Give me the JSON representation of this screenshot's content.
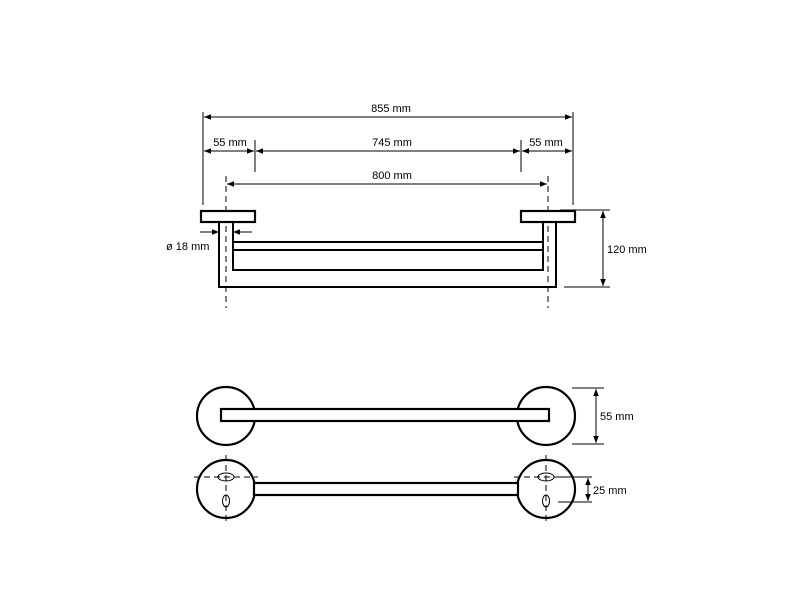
{
  "dimensions": {
    "overall_width": "855 mm",
    "left_flange": "55 mm",
    "rail_span": "745 mm",
    "right_flange": "55 mm",
    "mount_spacing": "800 mm",
    "tube_diameter": "ø 18 mm",
    "depth": "120 mm",
    "rosette_diameter": "55 mm",
    "hole_spacing": "25 mm"
  }
}
